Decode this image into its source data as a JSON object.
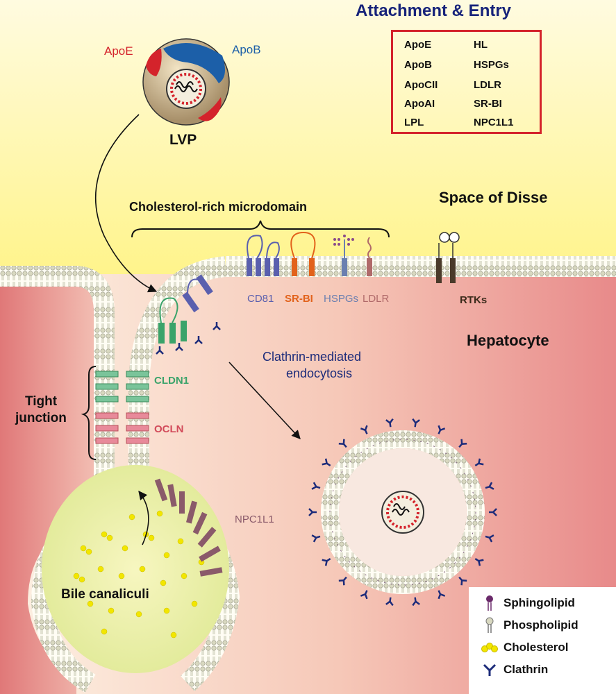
{
  "title": "Attachment & Entry",
  "entry_factors": {
    "left": [
      "ApoE",
      "ApoB",
      "ApoCII",
      "ApoAI",
      "LPL"
    ],
    "right": [
      "HL",
      "HSPGs",
      "LDLR",
      "SR-BI",
      "NPC1L1"
    ]
  },
  "particle": {
    "name": "LVP",
    "apoE_label": "ApoE",
    "apoB_label": "ApoB"
  },
  "regions": {
    "space_of_disse": "Space of Disse",
    "hepatocyte": "Hepatocyte",
    "bile_canaliculi": "Bile canaliculi"
  },
  "microdomain_label": "Cholesterol-rich microdomain",
  "receptors": {
    "cd81": "CD81",
    "srbi": "SR-BI",
    "hspgs": "HSPGs",
    "ldlr": "LDLR",
    "rtks": "RTKs",
    "cldn1": "CLDN1",
    "ocln": "OCLN",
    "npc1l1": "NPC1L1"
  },
  "tight_junction": {
    "line1": "Tight",
    "line2": "junction"
  },
  "endocytosis": {
    "line1": "Clathrin-mediated",
    "line2": "endocytosis"
  },
  "legend": [
    {
      "icon": "sphingolipid-icon",
      "label": "Sphingolipid"
    },
    {
      "icon": "phospholipid-icon",
      "label": "Phospholipid"
    },
    {
      "icon": "cholesterol-icon",
      "label": "Cholesterol"
    },
    {
      "icon": "clathrin-icon",
      "label": "Clathrin"
    }
  ],
  "colors": {
    "title": "#17237a",
    "apoE": "#d4232b",
    "apoB": "#1c5fa8",
    "cd81": "#5a5fae",
    "srbi": "#e2621b",
    "hspgs": "#6a7fb0",
    "ldlr": "#b06a6a",
    "cldn1": "#3aa36a",
    "ocln": "#d24a5a",
    "npc1l1": "#8a5a6a",
    "clathrin": "#1c2b7a",
    "cholesterol": "#f2e600"
  }
}
